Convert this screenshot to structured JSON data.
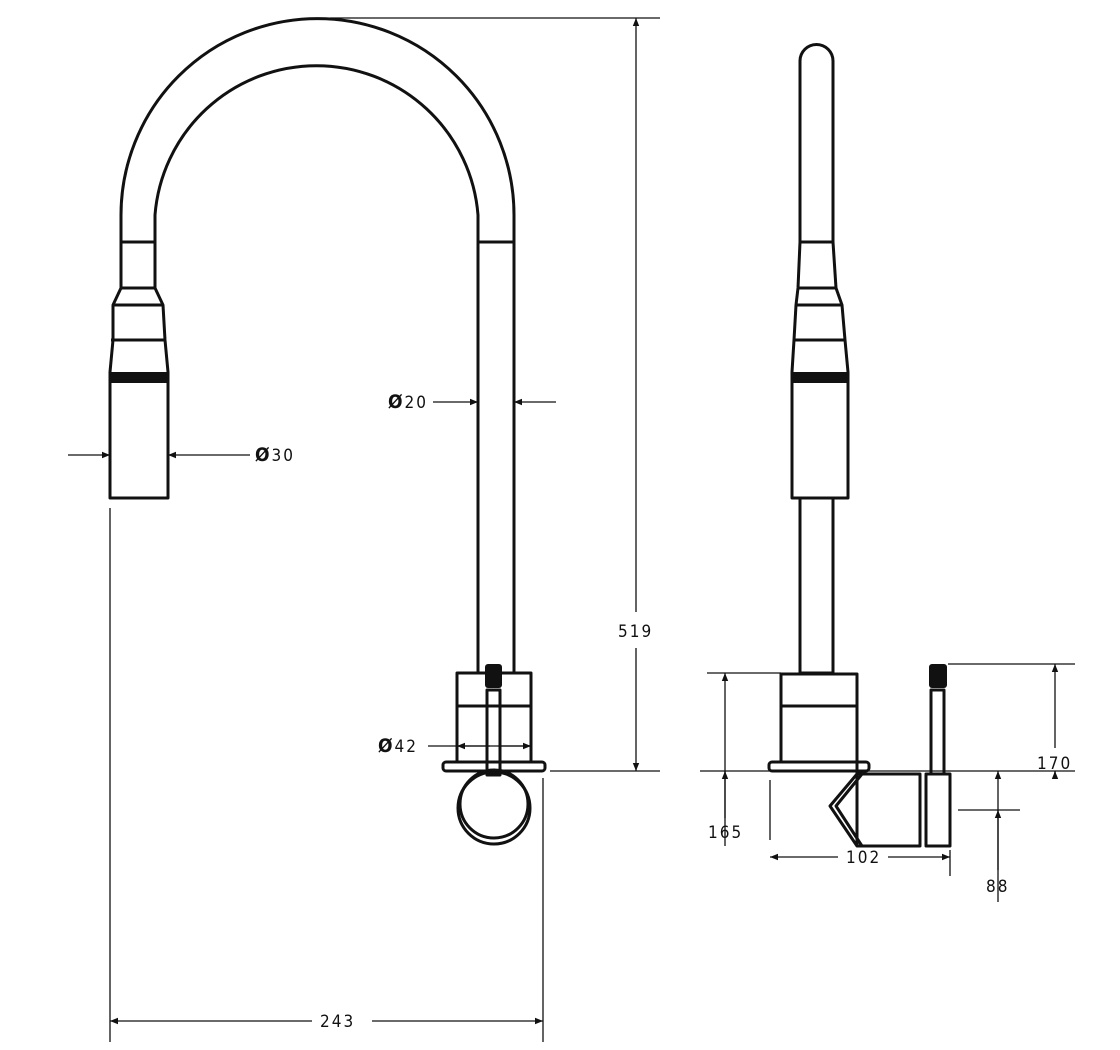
{
  "drawing": {
    "front_view": {
      "spout_diameter": "30",
      "pipe_diameter": "20",
      "body_diameter": "42",
      "total_height": "519",
      "reach": "243"
    },
    "side_view": {
      "body_height": "165",
      "lever_height": "170",
      "handle_projection": "102",
      "handle_axis_height": "88"
    },
    "diameter_symbol": "Ø",
    "line_color": "#111111"
  }
}
